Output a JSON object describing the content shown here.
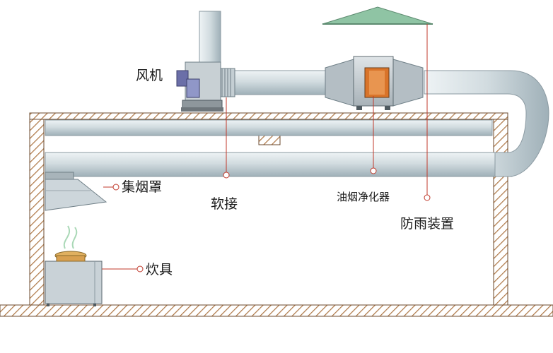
{
  "labels": {
    "fan": "风机",
    "hood": "集烟罩",
    "soft_joint": "软接",
    "purifier": "油烟净化器",
    "rain_cover": "防雨装置",
    "stove": "炊具"
  },
  "colors": {
    "duct": "#c9d5da",
    "wall_hatch": "#b07a4a",
    "rain_cover": "#8fc4a4",
    "purifier_window": "#d9742a",
    "leader_line": "#c0392b"
  }
}
